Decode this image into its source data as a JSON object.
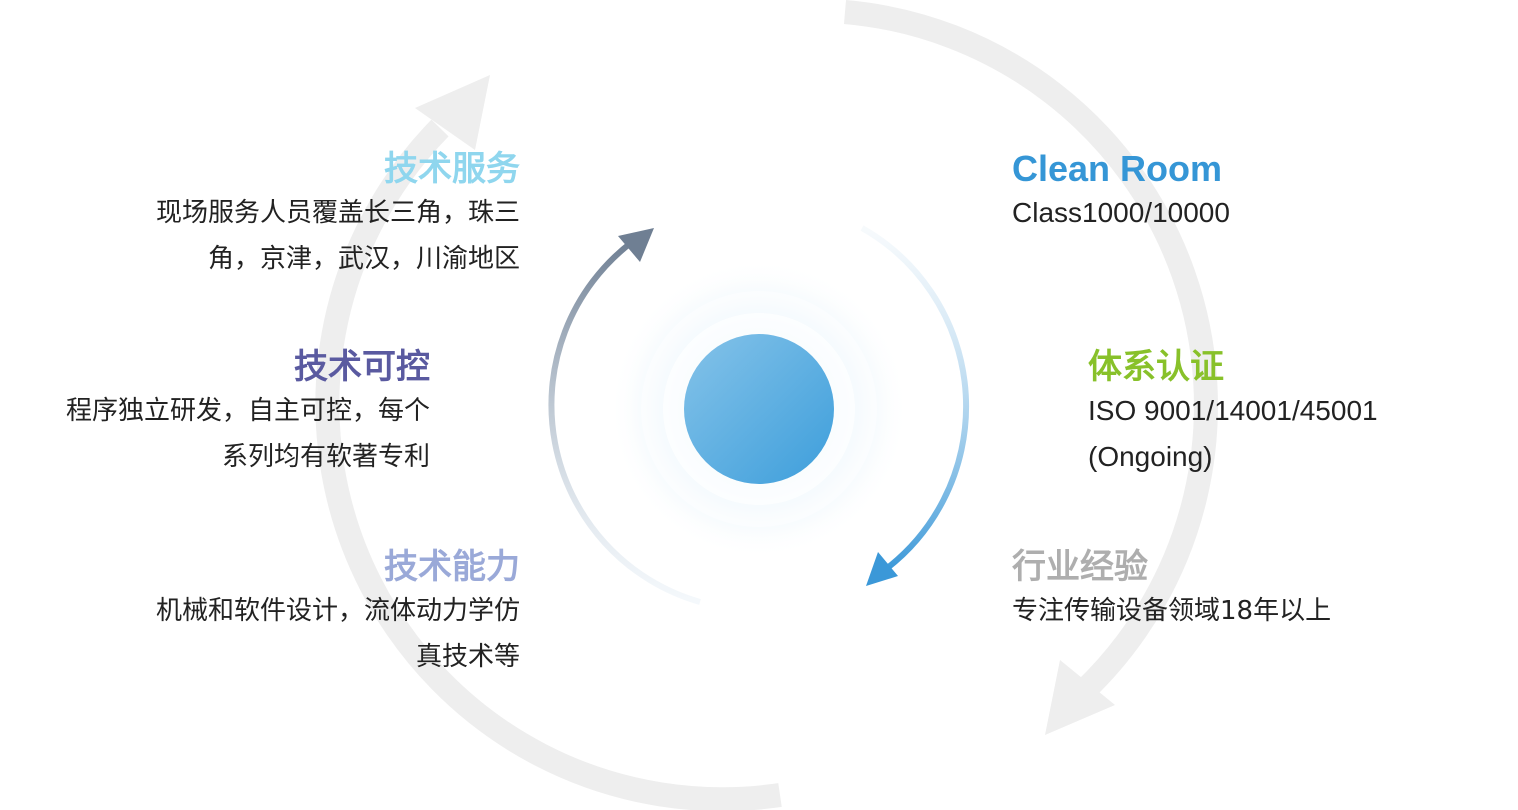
{
  "left": {
    "service": {
      "title": "技术服务",
      "lines": [
        "现场服务人员覆盖长三角，珠三",
        "角，京津，武汉，川渝地区"
      ]
    },
    "control": {
      "title": "技术可控",
      "lines": [
        "程序独立研发，自主可控，每个",
        "系列均有软著专利"
      ]
    },
    "ability": {
      "title": "技术能力",
      "lines": [
        "机械和软件设计，流体动力学仿",
        "真技术等"
      ]
    }
  },
  "right": {
    "cleanroom": {
      "title": "Clean Room",
      "lines": [
        "Class1000/10000"
      ]
    },
    "cert": {
      "title": "体系认证",
      "lines": [
        "ISO 9001/14001/45001",
        "(Ongoing)"
      ]
    },
    "experience": {
      "title": "行业经验",
      "lines": [
        "专注传输设备领域18年以上"
      ]
    }
  },
  "colors": {
    "service": "#8fd6ee",
    "control": "#5a5aa0",
    "ability": "#9aa9d8",
    "cleanroom": "#3596d6",
    "cert": "#88c12a",
    "experience": "#aeaeae",
    "core": "#4aa3dd",
    "outer_ring": "#eeeeee"
  }
}
